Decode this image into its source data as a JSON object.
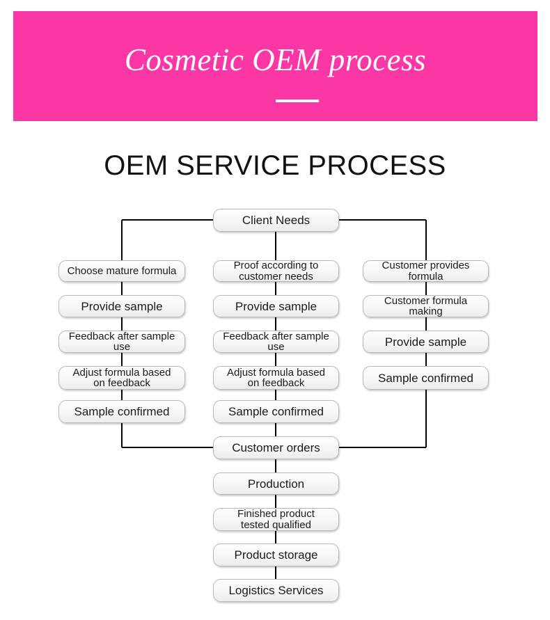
{
  "banner": {
    "title": "Cosmetic OEM process",
    "background_color": "#fb37a6",
    "text_color": "#ffffff"
  },
  "section": {
    "title": "OEM SERVICE PROCESS"
  },
  "flowchart": {
    "root": {
      "label": "Client Needs"
    },
    "columns": [
      {
        "name": "mature-formula-branch",
        "nodes": [
          {
            "label": "Choose mature formula"
          },
          {
            "label": "Provide sample"
          },
          {
            "label": "Feedback after sample use"
          },
          {
            "label": "Adjust formula based\non feedback"
          },
          {
            "label": "Sample confirmed"
          }
        ]
      },
      {
        "name": "custom-proof-branch",
        "nodes": [
          {
            "label": "Proof according to\ncustomer needs"
          },
          {
            "label": "Provide sample"
          },
          {
            "label": "Feedback after sample use"
          },
          {
            "label": "Adjust formula based\non feedback"
          },
          {
            "label": "Sample confirmed"
          }
        ]
      },
      {
        "name": "customer-formula-branch",
        "nodes": [
          {
            "label": "Customer provides\nformula"
          },
          {
            "label": "Customer formula\nmaking"
          },
          {
            "label": "Provide sample"
          },
          {
            "label": "Sample confirmed"
          }
        ]
      }
    ],
    "tail": [
      {
        "label": "Customer orders"
      },
      {
        "label": "Production"
      },
      {
        "label": "Finished product\ntested qualified"
      },
      {
        "label": "Product storage"
      },
      {
        "label": "Logistics Services"
      }
    ]
  }
}
